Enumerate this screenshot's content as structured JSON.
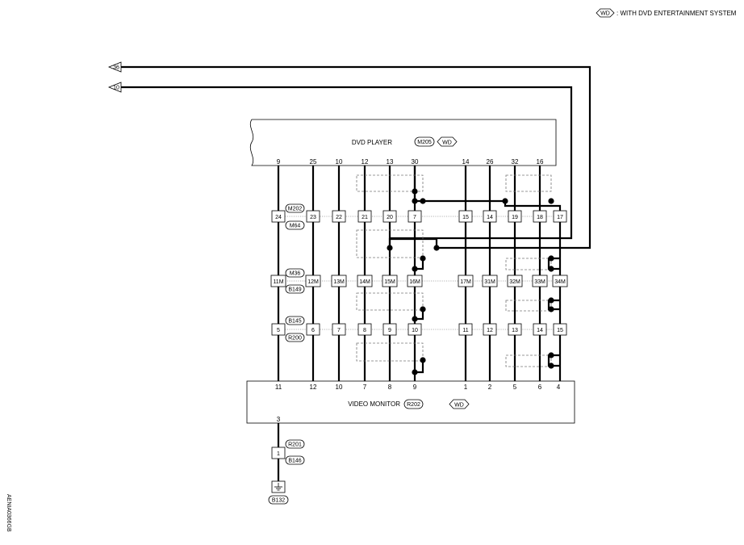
{
  "legend": {
    "symbol": "WD",
    "text": ": WITH DVD ENTERTAINMENT SYSTEM"
  },
  "dvd_player": {
    "label": "DVD PLAYER",
    "connector": "M205",
    "option": "WD",
    "pins": [
      "9",
      "25",
      "10",
      "12",
      "13",
      "30",
      "14",
      "26",
      "32",
      "16"
    ]
  },
  "video_monitor": {
    "label": "VIDEO MONITOR",
    "connector": "R202",
    "option": "WD",
    "pins": [
      "11",
      "12",
      "10",
      "7",
      "8",
      "9",
      "1",
      "2",
      "5",
      "6",
      "4"
    ],
    "ground_pin": "3"
  },
  "arrows": [
    "36",
    "10"
  ],
  "row1": {
    "codes": [
      "M202",
      "M64"
    ],
    "cells": [
      "24",
      "23",
      "22",
      "21",
      "20",
      "7",
      "15",
      "14",
      "19",
      "18",
      "17"
    ]
  },
  "row2": {
    "codes": [
      "M36",
      "B149"
    ],
    "cells": [
      "11M",
      "12M",
      "13M",
      "14M",
      "15M",
      "16M",
      "17M",
      "31M",
      "32M",
      "33M",
      "34M"
    ]
  },
  "row3": {
    "codes": [
      "B145",
      "R200"
    ],
    "cells": [
      "5",
      "6",
      "7",
      "8",
      "9",
      "10",
      "11",
      "12",
      "13",
      "14",
      "15"
    ]
  },
  "ground_conn": {
    "codes": [
      "R201",
      "B146"
    ],
    "cell": "1"
  },
  "ground": {
    "code": "B132"
  },
  "figure_id": "AENIA0366GB"
}
